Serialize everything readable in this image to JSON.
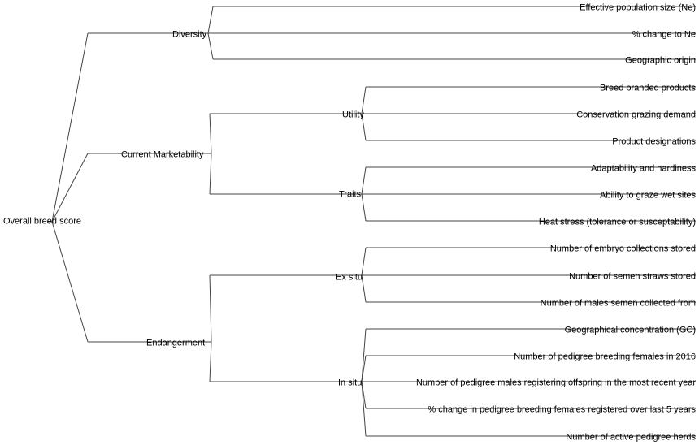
{
  "tree": {
    "label": "Overall breed score",
    "children": [
      {
        "label": "Diversity",
        "children": [
          {
            "label": "Effective population size (Ne)"
          },
          {
            "label": "% change to Ne"
          },
          {
            "label": "Geographic origin"
          }
        ]
      },
      {
        "label": "Current Marketability",
        "children": [
          {
            "label": "Utility",
            "children": [
              {
                "label": "Breed branded products"
              },
              {
                "label": "Conservation grazing demand"
              },
              {
                "label": "Product designations"
              }
            ]
          },
          {
            "label": "Traits",
            "children": [
              {
                "label": "Adaptability and hardiness"
              },
              {
                "label": "Ability to graze wet sites"
              },
              {
                "label": "Heat stress (tolerance or susceptability)"
              }
            ]
          }
        ]
      },
      {
        "label": "Endangerment",
        "children": [
          {
            "label": "Ex situ",
            "children": [
              {
                "label": "Number of embryo collections stored"
              },
              {
                "label": "Number of semen straws stored"
              },
              {
                "label": "Number of males semen collected from"
              }
            ]
          },
          {
            "label": "In situ",
            "children": [
              {
                "label": "Geographical concentration (GC)"
              },
              {
                "label": "Number of pedigree breeding females in 2016"
              },
              {
                "label": "Number of pedigree males registering offspring in the most recent year"
              },
              {
                "label": "% change in pedigree breeding females registered over last 5 years"
              },
              {
                "label": "Number of active pedigree herds"
              }
            ]
          }
        ]
      }
    ]
  }
}
